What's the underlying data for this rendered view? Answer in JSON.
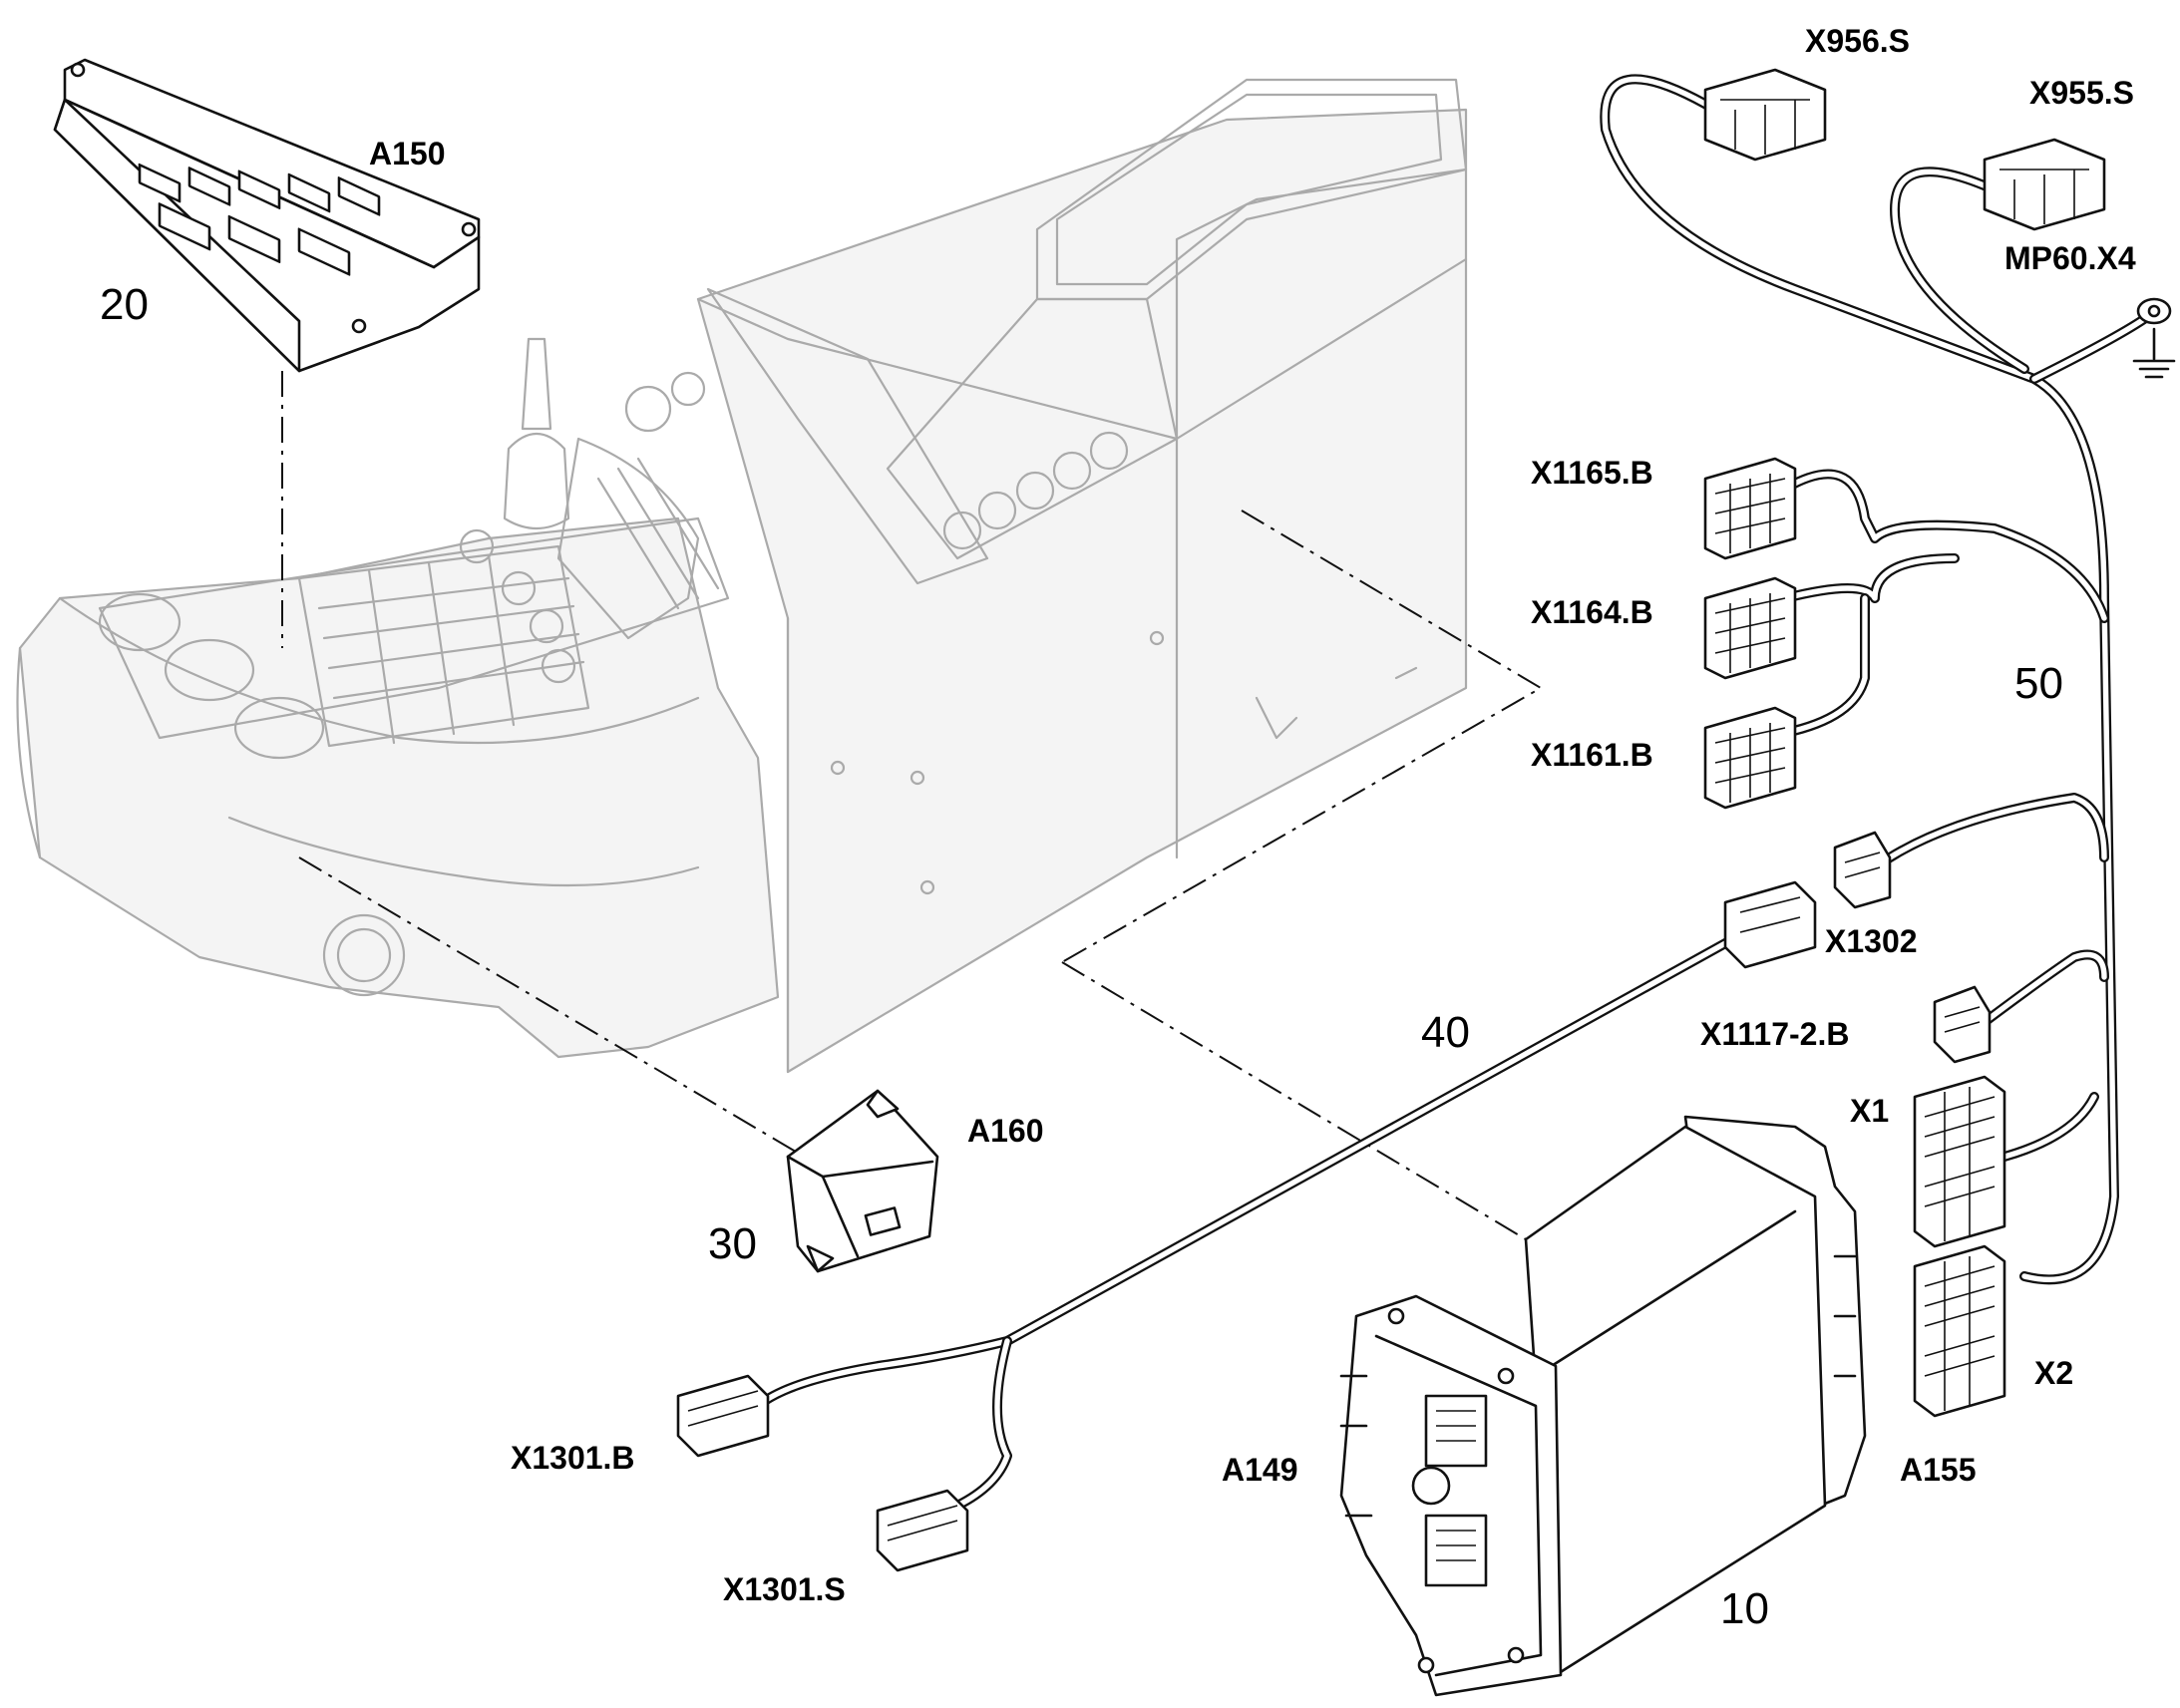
{
  "labels": {
    "a150": "A150",
    "a160": "A160",
    "a149": "A149",
    "a155": "A155",
    "x956s": "X956.S",
    "x955s": "X955.S",
    "mp60x4": "MP60.X4",
    "x1165b": "X1165.B",
    "x1164b": "X1164.B",
    "x1161b": "X1161.B",
    "x1302": "X1302",
    "x1117_2b": "X1117-2.B",
    "x1": "X1",
    "x2": "X2",
    "x1301b": "X1301.B",
    "x1301s": "X1301.S"
  },
  "positions": {
    "p10": "10",
    "p20": "20",
    "p30": "30",
    "p40": "40",
    "p50": "50"
  },
  "colors": {
    "ink": "#111111",
    "ghost": "#aaaaaa",
    "background": "#ffffff"
  }
}
